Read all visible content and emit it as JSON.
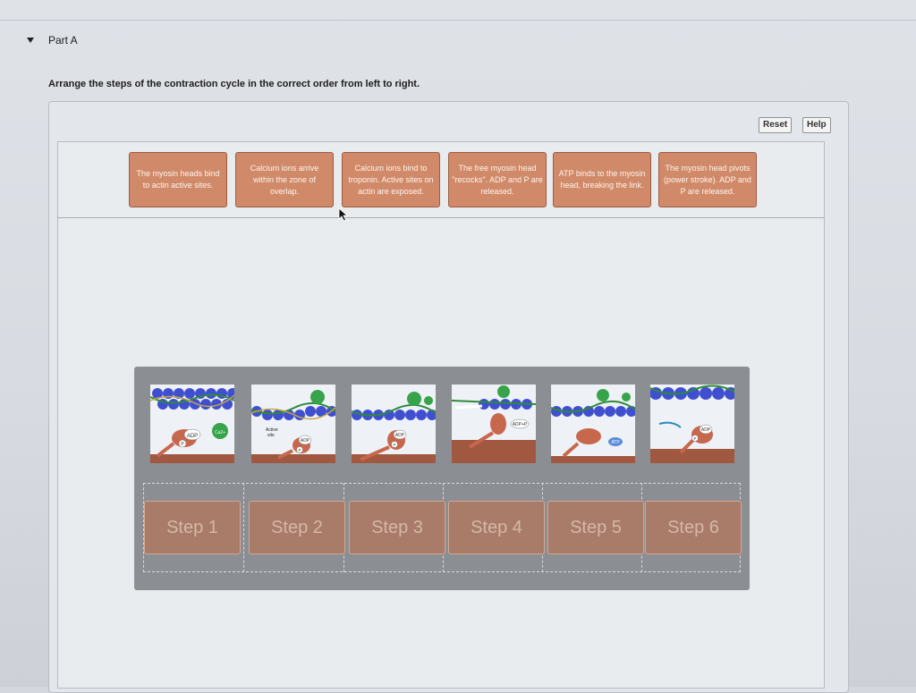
{
  "part": {
    "title": "Part A"
  },
  "instruction": "Arrange the steps of the contraction cycle in the correct order from left to right.",
  "toolbar": {
    "reset_label": "Reset",
    "help_label": "Help"
  },
  "tiles": [
    "The myosin heads bind to actin active sites.",
    "Calcium ions arrive within the zone of overlap.",
    "Calcium ions bind to troponin. Active sites on actin are exposed.",
    "The free myosin head \"recocks\". ADP and P are released.",
    "ATP binds to the myosin head, breaking the link.",
    "The myosin head pivots (power stroke). ADP and P are released."
  ],
  "frames": [
    {
      "labels": [
        "ADP",
        "P",
        "Ca2+"
      ]
    },
    {
      "labels": [
        "Active site",
        "ADP",
        "P"
      ]
    },
    {
      "labels": [
        "ADP",
        "P"
      ]
    },
    {
      "labels": [
        "ADP+P"
      ]
    },
    {
      "labels": [
        "ATP"
      ]
    },
    {
      "labels": [
        "ADP",
        "P"
      ]
    }
  ],
  "steps": [
    "Step 1",
    "Step 2",
    "Step 3",
    "Step 4",
    "Step 5",
    "Step 6"
  ],
  "colors": {
    "tile": "#d08a6a",
    "step_slot": "#a87c68",
    "sequence_panel": "#8b8f93",
    "actin_bead": "#3f4fd0",
    "tropomyosin": "#2f8a3a",
    "calcium": "#37a34a",
    "myosin": "#c7684d",
    "thick_filament": "#a05840"
  },
  "icons": {
    "part_toggle": "caret-down-icon",
    "pointer": "mouse-pointer-icon"
  }
}
